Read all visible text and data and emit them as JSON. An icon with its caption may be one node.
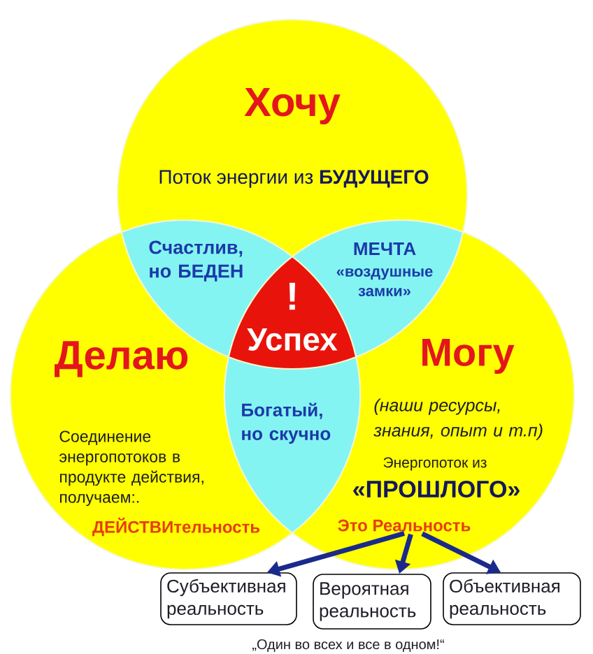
{
  "diagram": {
    "nodes": [
      {
        "text": [
          "Хочу",
          "Поток энергии из **БУДУЩЕГО**"
        ]
      },
      {
        "text": [
          "Делаю",
          "Соединение энергопотоков в продукте действия, получаем:.",
          "ДЕЙСТВИтельность"
        ]
      },
      {
        "text": [
          "Могу",
          "(наши ресурсы, знания, опыт и т.п)",
          "Энергопоток из",
          "«ПРОШЛОГО»"
        ]
      },
      {
        "text": [
          "Счастлив, но БЕДЕН"
        ]
      },
      {
        "text": [
          "МЕЧТА",
          "«воздушные замки»"
        ]
      },
      {
        "text": [
          "!",
          "Успех"
        ]
      },
      {
        "text": [
          "Богатый, но скучно"
        ]
      },
      {
        "text": [
          "Это Реальность"
        ],
        "in": 2
      },
      {
        "text": [
          "Субъективная реальность"
        ]
      },
      {
        "text": [
          "Вероятная реальность"
        ]
      },
      {
        "text": [
          "Объективная реальность"
        ]
      }
    ],
    "edges": [
      {
        "from": 7,
        "to": 8,
        "arrow": "to"
      },
      {
        "from": 7,
        "to": 9,
        "arrow": "to"
      },
      {
        "from": 7,
        "to": 10,
        "arrow": "to"
      }
    ],
    "labels": [
      "„Один во всех и все в одном!“"
    ]
  }
}
